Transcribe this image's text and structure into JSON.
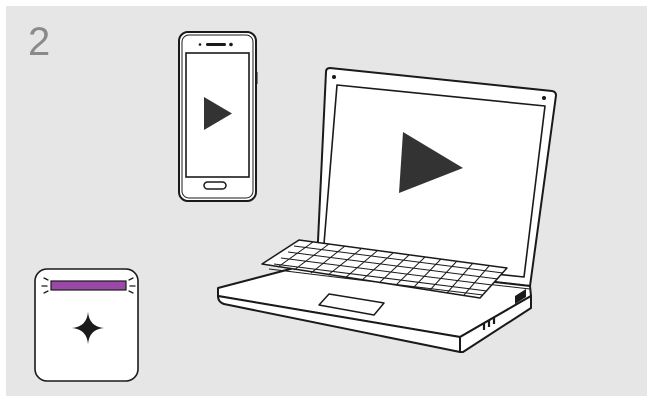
{
  "step": {
    "number": "2"
  },
  "devices": {
    "smartphone": {
      "screen_icon": "play-icon",
      "state": "playing"
    },
    "laptop": {
      "screen_icon": "play-icon",
      "state": "playing"
    },
    "dongle": {
      "led_color": "#9a4aa6",
      "led_state": "blinking",
      "button_icon": "sparkle-icon"
    }
  },
  "colors": {
    "background_panel": "#e6e6e6",
    "device_fill": "#ffffff",
    "outline": "#1a1a1a",
    "play_symbol": "#333333",
    "step_number": "#8a8a8a"
  }
}
